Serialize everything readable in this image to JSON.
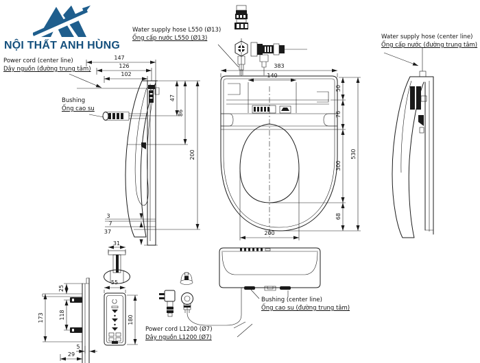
{
  "brand": {
    "name": "NỘI THẤT ANH HÙNG"
  },
  "colors": {
    "brand_blue": "#1f5e8d",
    "brand_text": "#15507d",
    "line_color": "#1a1a1a"
  },
  "labels": {
    "power_cord_center": {
      "en": "Power cord (center line)",
      "vi": "Dây nguồn (đường trung tâm)"
    },
    "water_hose_l550": {
      "en": "Water supply hose L550 (Ø13)",
      "vi": "Ống cấp nước L550 (Ø13)"
    },
    "water_hose_center": {
      "en": "Water supply hose (center line)",
      "vi": "Ống cấp nước (đường trung tâm)"
    },
    "bushing": {
      "en": "Bushing",
      "vi": "Ống cao su"
    },
    "bushing_center": {
      "en": "Bushing (center line)",
      "vi": "Ống cao su (đường trung tâm)"
    },
    "power_cord_l1200": {
      "en": "Power cord L1200 (Ø7)",
      "vi": "Dây nguồn L1200 (Ø7)"
    }
  },
  "dims": {
    "s147": "147",
    "s126": "126",
    "s102": "102",
    "s47": "47",
    "s86": "86",
    "s200": "200",
    "s3": "3",
    "s7": "7",
    "s37": "37",
    "s31": "31",
    "t383": "383",
    "t140": "140",
    "t50": "50",
    "t76": "76",
    "t300": "300",
    "t68": "68",
    "t530": "530",
    "t200": "200",
    "b25": "25",
    "b173": "173",
    "b118": "118",
    "b5": "5",
    "b29": "29",
    "r55": "55",
    "r180": "180"
  }
}
